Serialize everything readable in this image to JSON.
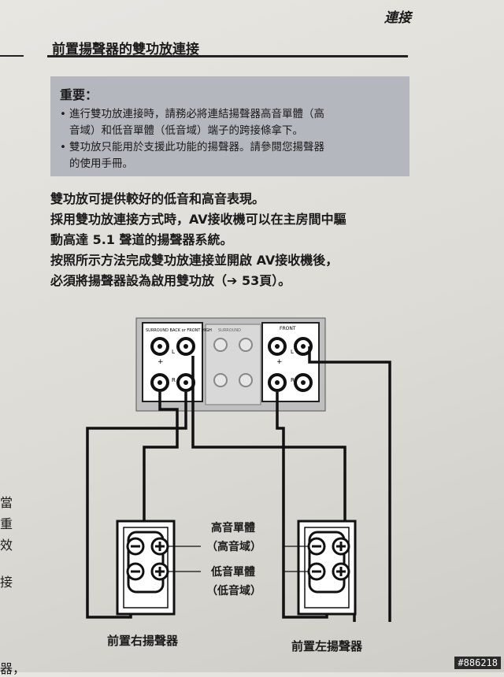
{
  "header_tag": "連接",
  "section_title": "前置揚聲器的雙功放連接",
  "note": {
    "title": "重要：",
    "items": [
      {
        "bullet": "•",
        "lines": [
          "進行雙功放連接時，請務必將連結揚聲器高音單體（高",
          "音域）和低音單體（低音域）端子的跨接條拿下。"
        ]
      },
      {
        "bullet": "•",
        "lines": [
          "雙功放只能用於支援此功能的揚聲器。請參閱您揚聲器",
          "的使用手冊。"
        ]
      }
    ]
  },
  "body_lines": [
    "雙功放可提供較好的低音和高音表現。",
    "採用雙功放連接方式時，AV接收機可以在主房間中驅",
    "動高達 5.1 聲道的揚聲器系統。",
    "按照所示方法完成雙功放連接並開啟 AV接收機後，",
    "必須將揚聲器設為啟用雙功放（➔ 53頁）。"
  ],
  "side_chars": [
    "當",
    "重",
    "效",
    "接",
    "器，"
  ],
  "diagram": {
    "panel_labels": {
      "surround_back": "SURROUND BACK or FRONT HIGH",
      "surround": "SURROUND",
      "front": "FRONT",
      "left": "L",
      "right": "R",
      "plus": "+",
      "minus": "−"
    },
    "tweeter_label": [
      "高音單體",
      "（高音域）"
    ],
    "woofer_label": [
      "低音單體",
      "（低音域）"
    ],
    "right_speaker": "前置右揚聲器",
    "left_speaker": "前置左揚聲器"
  },
  "watermark": "#886218"
}
